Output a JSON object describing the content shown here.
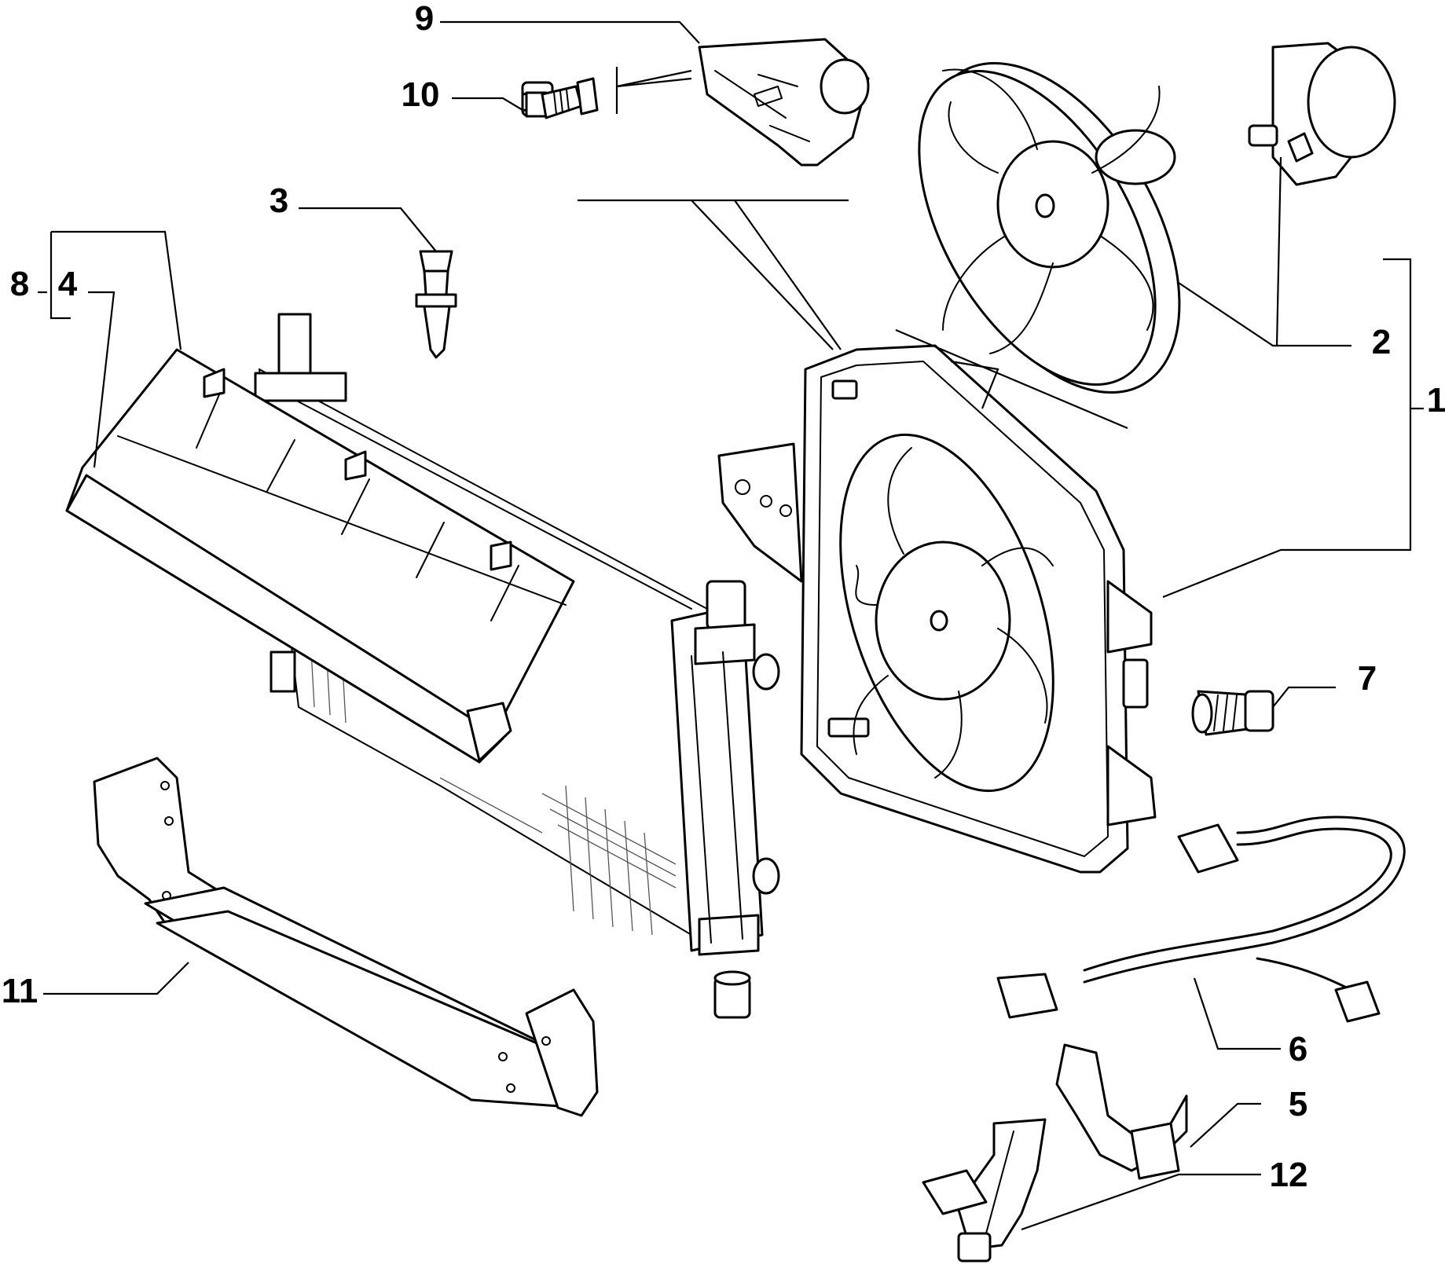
{
  "diagram": {
    "type": "exploded-parts-diagram",
    "line_color": "#000000",
    "background": "#ffffff",
    "callouts": {
      "c1": "1",
      "c2": "2",
      "c3": "3",
      "c4": "4",
      "c5": "5",
      "c6": "6",
      "c7": "7",
      "c8": "8",
      "c9": "9",
      "c10": "10",
      "c11": "11",
      "c12": "12"
    },
    "parts": [
      {
        "callout": "1",
        "shape": "fan-shroud-assembly"
      },
      {
        "callout": "2",
        "shape": "fan-and-motor"
      },
      {
        "callout": "3",
        "shape": "push-pin-clip"
      },
      {
        "callout": "4",
        "shape": "air-deflector"
      },
      {
        "callout": "5",
        "shape": "cable-clamp"
      },
      {
        "callout": "6",
        "shape": "wiring-harness"
      },
      {
        "callout": "7",
        "shape": "bolt"
      },
      {
        "callout": "8",
        "shape": "bracket-group"
      },
      {
        "callout": "9",
        "shape": "resistor"
      },
      {
        "callout": "10",
        "shape": "screw"
      },
      {
        "callout": "11",
        "shape": "lower-crossmember"
      },
      {
        "callout": "12",
        "shape": "bracket"
      }
    ]
  }
}
